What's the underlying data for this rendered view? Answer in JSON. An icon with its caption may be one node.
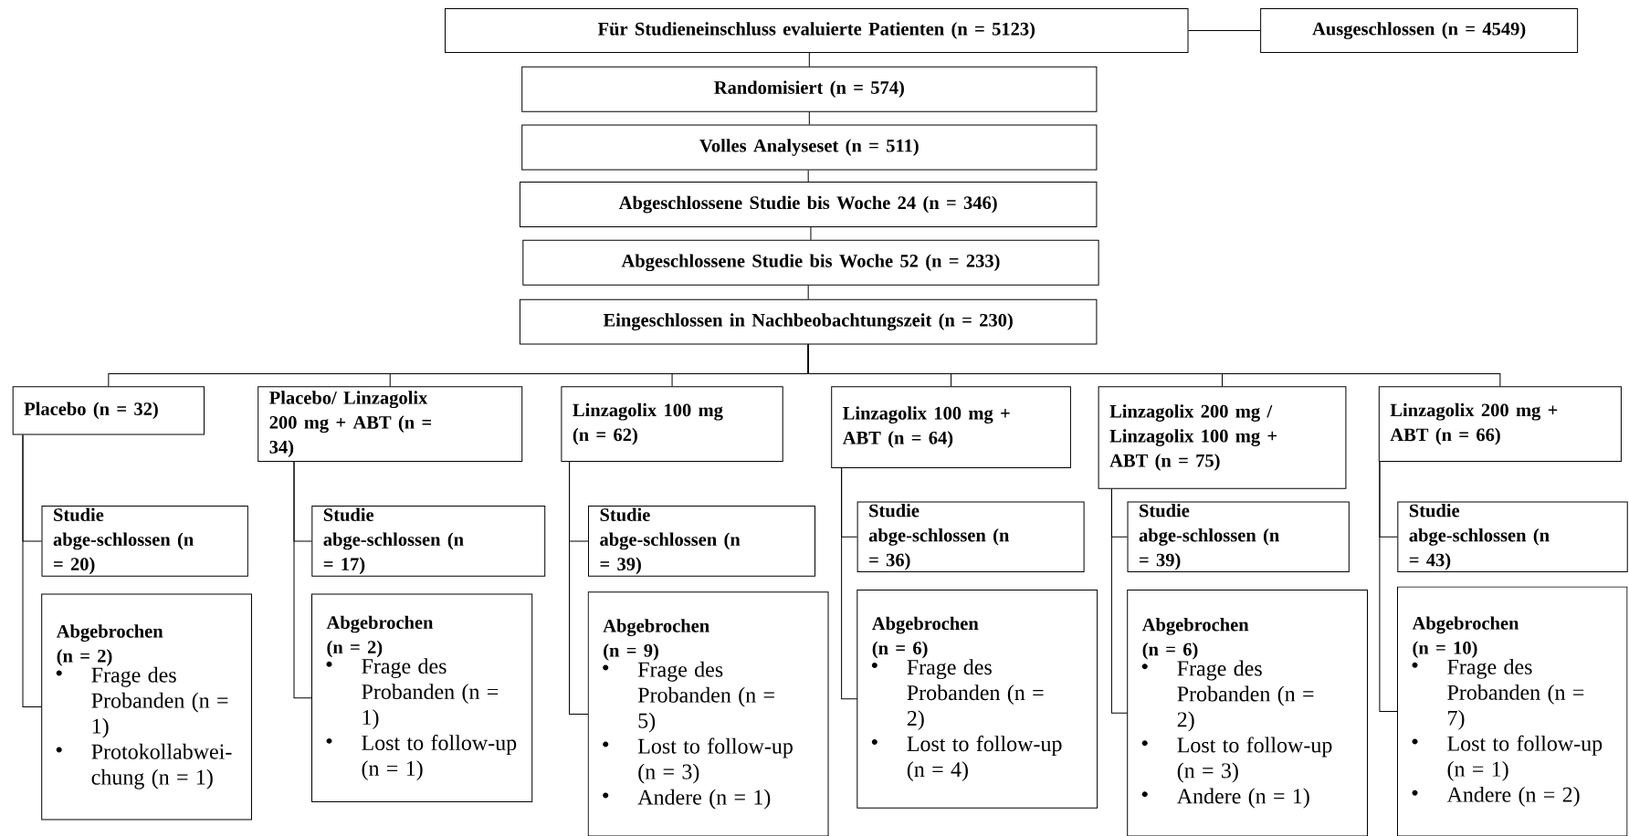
{
  "diagram": {
    "nodes": [
      {
        "text": [
          "Für Studieneinschluss evaluierte Patienten (n = 5123)"
        ]
      },
      {
        "text": [
          "Ausgeschlossen (n = 4549)"
        ]
      },
      {
        "text": [
          "Randomisiert (n = 574)"
        ]
      },
      {
        "text": [
          "Volles Analyseset (n = 511)"
        ]
      },
      {
        "text": [
          "Abgeschlossene Studie bis Woche 24 (n = 346)"
        ]
      },
      {
        "text": [
          "Abgeschlossene Studie bis Woche 52 (n = 233)"
        ]
      },
      {
        "text": [
          "Eingeschlossen in Nachbeobachtungszeit (n = 230)"
        ]
      },
      {
        "text": [
          "Placebo (n = 32)"
        ]
      },
      {
        "text": [
          "Placebo/ Linzagolix 200 mg + ABT (n = 34)"
        ]
      },
      {
        "text": [
          "Linzagolix 100 mg (n = 62)"
        ]
      },
      {
        "text": [
          "Linzagolix 100 mg + ABT (n = 64)"
        ]
      },
      {
        "text": [
          "Linzagolix 200 mg / Linzagolix 100 mg + ABT (n = 75)"
        ]
      },
      {
        "text": [
          "Linzagolix 200 mg + ABT (n = 66)"
        ]
      },
      {
        "text": [
          "Studie abge-schlossen (n = 20)"
        ]
      },
      {
        "text": [
          "Studie abge-schlossen (n = 17)"
        ]
      },
      {
        "text": [
          "Studie abge-schlossen (n = 39)"
        ]
      },
      {
        "text": [
          "Studie abge-schlossen (n = 36)"
        ]
      },
      {
        "text": [
          "Studie abge-schlossen (n = 39)"
        ]
      },
      {
        "text": [
          "Studie abge-schlossen (n = 43)"
        ]
      },
      {
        "text": [
          "Abgebrochen (n = 2)",
          "Frage des Probanden (n = 1)",
          "Protokollabwei-chung (n = 1)"
        ]
      },
      {
        "text": [
          "Abgebrochen (n = 2)",
          "Frage des Probanden (n = 1)",
          "Lost to follow-up (n = 1)"
        ]
      },
      {
        "text": [
          "Abgebrochen (n = 9)",
          "Frage des Probanden (n = 5)",
          "Lost to follow-up (n = 3)",
          "Andere (n = 1)"
        ]
      },
      {
        "text": [
          "Abgebrochen (n = 6)",
          "Frage des Probanden (n = 2)",
          "Lost to follow-up (n = 4)"
        ]
      },
      {
        "text": [
          "Abgebrochen (n = 6)",
          "Frage des Probanden (n = 2)",
          "Lost to follow-up (n = 3)",
          "Andere (n = 1)"
        ]
      },
      {
        "text": [
          "Abgebrochen (n = 10)",
          "Frage des Probanden (n = 7)",
          "Lost to follow-up (n = 1)",
          "Andere (n = 2)"
        ]
      }
    ],
    "edges": [
      {
        "from": 0,
        "to": 1,
        "arrow": "none"
      },
      {
        "from": 0,
        "to": 2,
        "arrow": "none"
      },
      {
        "from": 2,
        "to": 3,
        "arrow": "none"
      },
      {
        "from": 3,
        "to": 4,
        "arrow": "none"
      },
      {
        "from": 4,
        "to": 5,
        "arrow": "none"
      },
      {
        "from": 5,
        "to": 6,
        "arrow": "none"
      },
      {
        "from": 6,
        "to": 7,
        "arrow": "none"
      },
      {
        "from": 6,
        "to": 8,
        "arrow": "none"
      },
      {
        "from": 6,
        "to": 9,
        "arrow": "none"
      },
      {
        "from": 6,
        "to": 10,
        "arrow": "none"
      },
      {
        "from": 6,
        "to": 11,
        "arrow": "none"
      },
      {
        "from": 6,
        "to": 12,
        "arrow": "none"
      },
      {
        "from": 7,
        "to": 13,
        "arrow": "none"
      },
      {
        "from": 7,
        "to": 19,
        "arrow": "none"
      },
      {
        "from": 8,
        "to": 14,
        "arrow": "none"
      },
      {
        "from": 8,
        "to": 20,
        "arrow": "none"
      },
      {
        "from": 9,
        "to": 15,
        "arrow": "none"
      },
      {
        "from": 9,
        "to": 21,
        "arrow": "none"
      },
      {
        "from": 10,
        "to": 16,
        "arrow": "none"
      },
      {
        "from": 10,
        "to": 22,
        "arrow": "none"
      },
      {
        "from": 11,
        "to": 17,
        "arrow": "none"
      },
      {
        "from": 11,
        "to": 23,
        "arrow": "none"
      },
      {
        "from": 12,
        "to": 18,
        "arrow": "none"
      },
      {
        "from": 12,
        "to": 24,
        "arrow": "none"
      }
    ]
  }
}
